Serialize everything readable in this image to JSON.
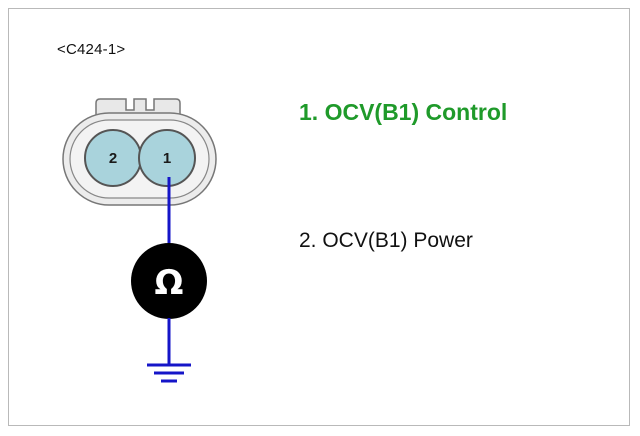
{
  "connector": {
    "id": "<C424-1>",
    "pins": [
      {
        "number": "2"
      },
      {
        "number": "1"
      }
    ]
  },
  "meter": {
    "symbol": "Ω"
  },
  "pin_labels": [
    {
      "text": "1. OCV(B1) Control",
      "color": "#1f9a2a"
    },
    {
      "text": "2. OCV(B1) Power",
      "color": "#111111"
    }
  ],
  "colors": {
    "wire": "#1515c8",
    "pin_fill": "#a9d3dc",
    "connector_body": "#e6e6e6",
    "meter_body": "#000000"
  }
}
